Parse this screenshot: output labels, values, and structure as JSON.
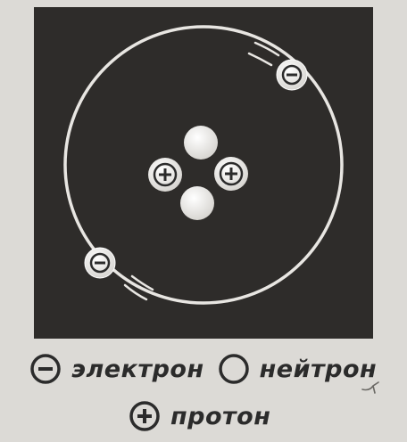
{
  "diagram": {
    "particles": {
      "electron_sign": "−",
      "proton_sign": "+"
    },
    "colors": {
      "background": "#2e2c2a",
      "orbit": "#e8e6e2",
      "particle_fill": "#f2f0ec",
      "sign": "#2b2b2b"
    }
  },
  "legend": {
    "electron": {
      "symbol": "−",
      "label": "электрон"
    },
    "neutron": {
      "symbol": "",
      "label": "нейтрон"
    },
    "proton": {
      "symbol": "+",
      "label": "протон"
    }
  }
}
